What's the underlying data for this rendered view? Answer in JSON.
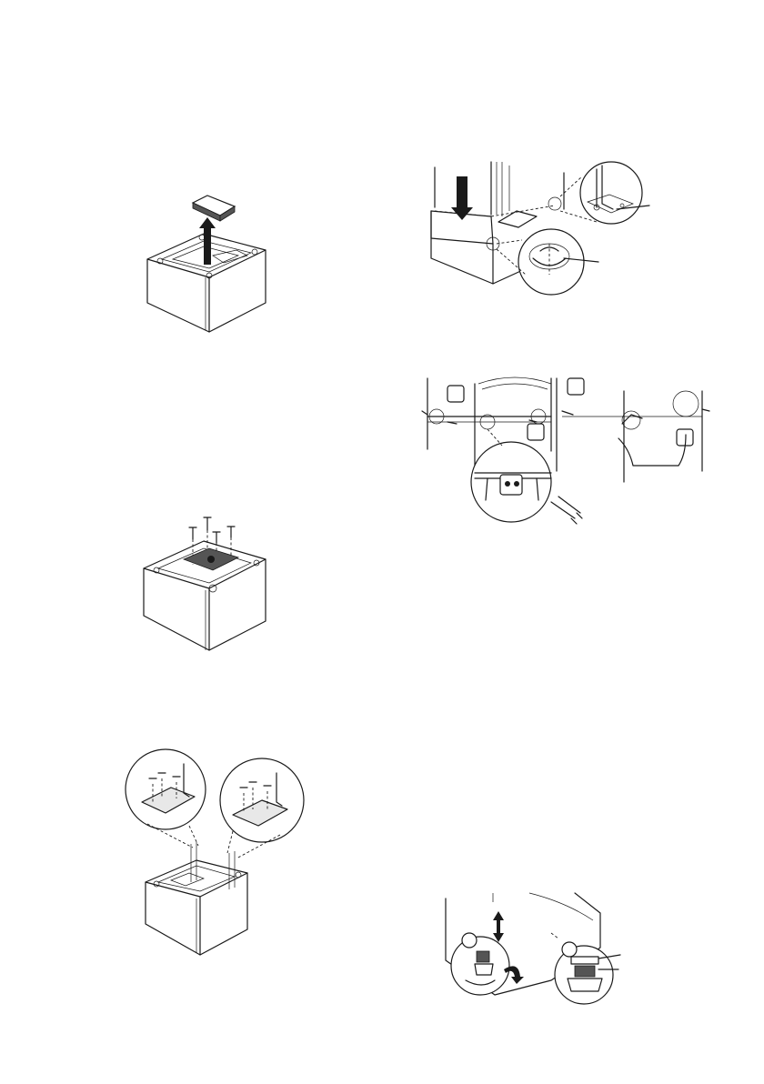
{
  "figures": [
    {
      "id": "lift-off-top-cover",
      "icon": "pedestal-cover-lift-arrow"
    },
    {
      "id": "screw-mount-plate",
      "icon": "pedestal-screws-plate"
    },
    {
      "id": "attach-brackets",
      "icon": "pedestal-bracket-detail"
    },
    {
      "id": "place-washer",
      "icon": "washer-on-pedestal-detail"
    },
    {
      "id": "fasten-side-brackets",
      "icon": "side-bracket-screws"
    },
    {
      "id": "adjust-feet",
      "icon": "leveling-feet-detail"
    }
  ]
}
